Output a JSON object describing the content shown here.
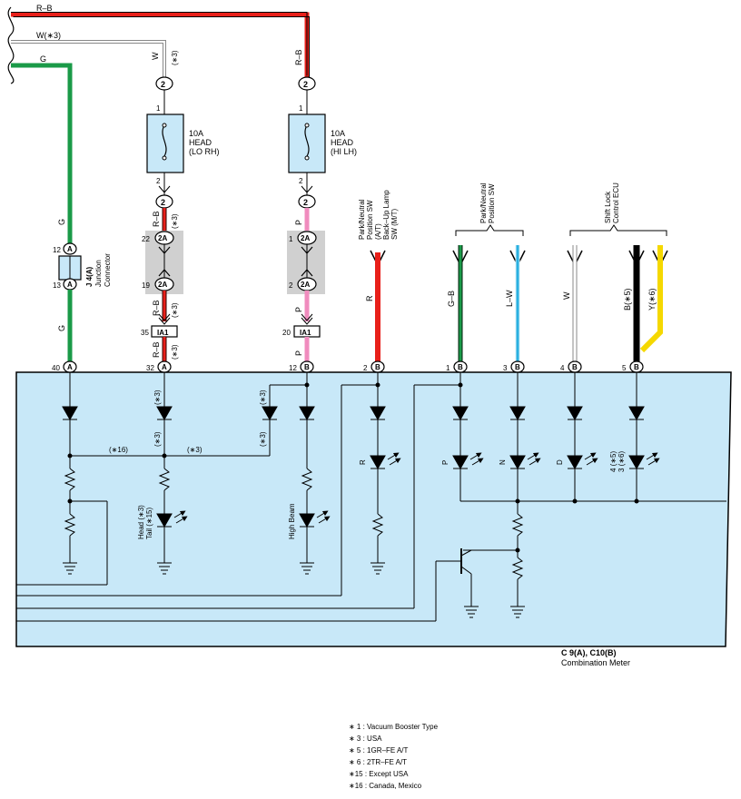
{
  "top_wires": {
    "rb": "R–B",
    "w3": "W(∗3)",
    "g": "G"
  },
  "fuse_rh": {
    "wire_in": "W",
    "wire_in_note": "(∗3)",
    "conn_top": "2",
    "pin_top": "1",
    "amp": "10A",
    "name": "HEAD",
    "sub": "(LO RH)",
    "pin_bot": "2",
    "conn_bot": "2",
    "wire_mid": "R–B",
    "wire_mid_note": "(∗3)",
    "pin22": "22",
    "c2a": "2A",
    "pin19": "19",
    "wire_low": "R–B",
    "wire_low_note": "(∗3)",
    "pin35": "35",
    "ia1": "IA1",
    "wire_end": "R–B",
    "wire_end_note": "(∗3)"
  },
  "fuse_lh": {
    "wire_in": "R–B",
    "conn_top": "2",
    "pin_top": "1",
    "amp": "10A",
    "name": "HEAD",
    "sub": "(HI LH)",
    "pin_bot": "2",
    "conn_bot": "2",
    "wire_mid": "P",
    "pin1": "1",
    "c2a": "2A",
    "pin2": "2",
    "wire_low": "P",
    "pin20": "20",
    "ia1": "IA1",
    "wire_end": "P"
  },
  "junction": {
    "wire_top": "G",
    "pin12": "12",
    "a": "A",
    "pin13": "13",
    "code": "J 4(A)",
    "name1": "Junction",
    "name2": "Connector",
    "wire_bot": "G"
  },
  "park_switch": {
    "line1": "Park/Neutral",
    "line2": "Position SW",
    "line3": "(A/T)",
    "line4": "Back–Up Lamp",
    "line5": "SW (M/T)",
    "wire": "R"
  },
  "park_neutral": {
    "line1": "Park/Neutral",
    "line2": "Position SW",
    "wire_gb": "G–B",
    "wire_lw": "L–W"
  },
  "shift_lock": {
    "line1": "Shift Lock",
    "line2": "Control ECU",
    "wire_w": "W",
    "wire_b": "B(∗5)",
    "wire_y": "Y(∗6)"
  },
  "meter_pins": [
    {
      "num": "40",
      "letter": "A"
    },
    {
      "num": "32",
      "letter": "A"
    },
    {
      "num": "12",
      "letter": "B"
    },
    {
      "num": "2",
      "letter": "B"
    },
    {
      "num": "1",
      "letter": "B"
    },
    {
      "num": "3",
      "letter": "B"
    },
    {
      "num": "4",
      "letter": "B"
    },
    {
      "num": "5",
      "letter": "B"
    }
  ],
  "meter_inside": {
    "note16": "(∗16)",
    "note3a": "(∗3)",
    "note3b": "(∗3)",
    "note3c": "(∗3)",
    "note3d": "(∗3)",
    "note3e": "(∗3)",
    "head_tail_1": "Head (∗3)",
    "head_tail_2": "Tail (∗15)",
    "high_beam": "High Beam",
    "r": "R",
    "p": "P",
    "n": "N",
    "d": "D",
    "four_five": "4 (∗5)",
    "three_six": "3 (∗6)"
  },
  "meter_label": {
    "code": "C 9(A), C10(B)",
    "name": "Combination Meter"
  },
  "notes": [
    "∗ 1 : Vacuum Booster Type",
    "∗ 3 : USA",
    "∗ 5 : 1GR–FE A/T",
    "∗ 6 : 2TR–FE A/T",
    "∗15 : Except USA",
    "∗16 : Canada,  Mexico"
  ],
  "colors": {
    "red": "#e8201a",
    "green": "#1a9a48",
    "pink": "#f08cbe",
    "cyan": "#2ab0e0",
    "yellow": "#f5d800",
    "meter_bg": "#c8e8f8",
    "fuse_bg": "#c8e8f8",
    "gray_box": "#d0d0d0"
  }
}
